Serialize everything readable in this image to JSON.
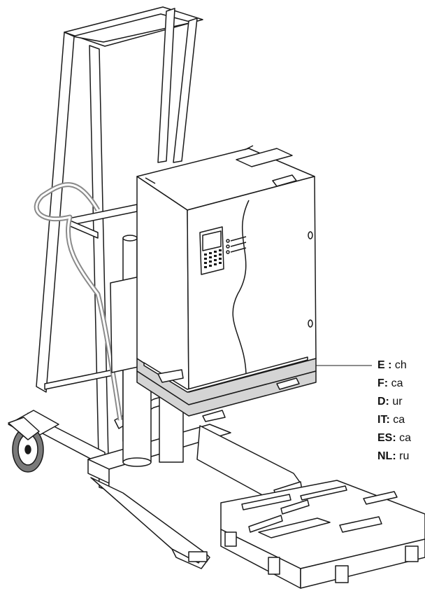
{
  "legend": {
    "items": [
      {
        "code": "E :",
        "text": "ch"
      },
      {
        "code": "F:",
        "text": "ca"
      },
      {
        "code": "D:",
        "text": "ur"
      },
      {
        "code": "IT:",
        "text": "ca"
      },
      {
        "code": "ES:",
        "text": "ca"
      },
      {
        "code": "NL:",
        "text": "ru"
      }
    ]
  },
  "colors": {
    "line": "#1a1a1a",
    "highlight_band": "#d4d4d4",
    "hose": "#8a8a8a",
    "wheel": "#7a7a7a"
  },
  "icons": [
    "lift-frame",
    "inverter-cabinet",
    "keypad-icon",
    "pallet",
    "wheel-icon"
  ]
}
